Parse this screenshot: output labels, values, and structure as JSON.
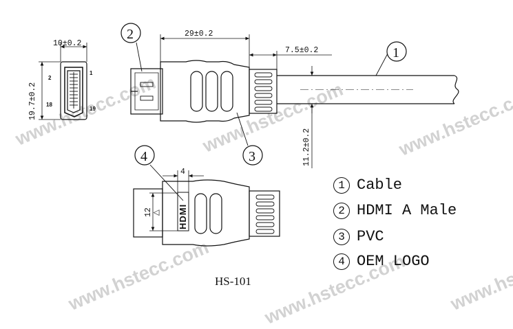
{
  "watermark": "www.hstecc.com",
  "dimensions": {
    "face_width": "10±0.2",
    "face_height": "19.7±0.2",
    "body_length": "29±0.2",
    "strain_relief_length": "7.5±0.2",
    "cable_od": "11.2±0.2",
    "logo_width": "4",
    "logo_height": "12"
  },
  "pin_labels": {
    "p2": "2",
    "p1": "1",
    "p18": "18",
    "p19": "19"
  },
  "callouts": {
    "c1": "1",
    "c2": "2",
    "c3": "3",
    "c4": "4"
  },
  "logo_text": "HDMI",
  "triangle_mark": "△",
  "legend": [
    {
      "num": "1",
      "label": "Cable"
    },
    {
      "num": "2",
      "label": "HDMI A Male"
    },
    {
      "num": "3",
      "label": "PVC"
    },
    {
      "num": "4",
      "label": "OEM LOGO"
    }
  ],
  "model": "HS-101"
}
